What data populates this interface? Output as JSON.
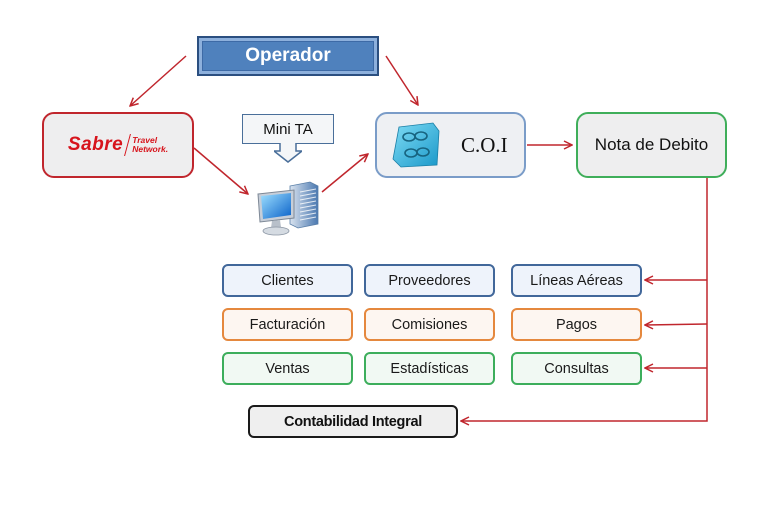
{
  "diagram": {
    "operador": {
      "label": "Operador"
    },
    "sabre": {
      "brand": "Sabre",
      "tagline_line1": "Travel",
      "tagline_line2": "Network."
    },
    "mini_ta": {
      "label": "Mini TA"
    },
    "computer": {
      "icon": "desktop-computer-icon"
    },
    "coi": {
      "label": "C.O.I",
      "icon": "coi-cube-icon"
    },
    "nota": {
      "label": "Nota de Debito"
    },
    "modules": [
      {
        "label": "Clientes",
        "group": "blue"
      },
      {
        "label": "Proveedores",
        "group": "blue"
      },
      {
        "label": "Líneas Aéreas",
        "group": "blue"
      },
      {
        "label": "Facturación",
        "group": "orange"
      },
      {
        "label": "Comisiones",
        "group": "orange"
      },
      {
        "label": "Pagos",
        "group": "orange"
      },
      {
        "label": "Ventas",
        "group": "green"
      },
      {
        "label": "Estadísticas",
        "group": "green"
      },
      {
        "label": "Consultas",
        "group": "green"
      }
    ],
    "contabilidad": {
      "label": "Contabilidad Integral"
    },
    "edges": [
      {
        "from": "Operador",
        "to": "Sabre Travel Network"
      },
      {
        "from": "Operador",
        "to": "C.O.I"
      },
      {
        "from": "Sabre Travel Network",
        "to": "Computer"
      },
      {
        "from": "Mini TA",
        "to": "Computer"
      },
      {
        "from": "Computer",
        "to": "C.O.I"
      },
      {
        "from": "C.O.I",
        "to": "Nota de Debito"
      },
      {
        "from": "Nota de Debito",
        "to": "Líneas Aéreas"
      },
      {
        "from": "Nota de Debito",
        "to": "Pagos"
      },
      {
        "from": "Nota de Debito",
        "to": "Consultas"
      },
      {
        "from": "Nota de Debito",
        "to": "Contabilidad Integral"
      }
    ]
  },
  "colors": {
    "arrow": "#c0262d",
    "operador_fill": "#4f81bd",
    "blue_group": "#41679a",
    "orange_group": "#e5883e",
    "green_group": "#3dae5c",
    "sabre_red": "#d7141c"
  }
}
